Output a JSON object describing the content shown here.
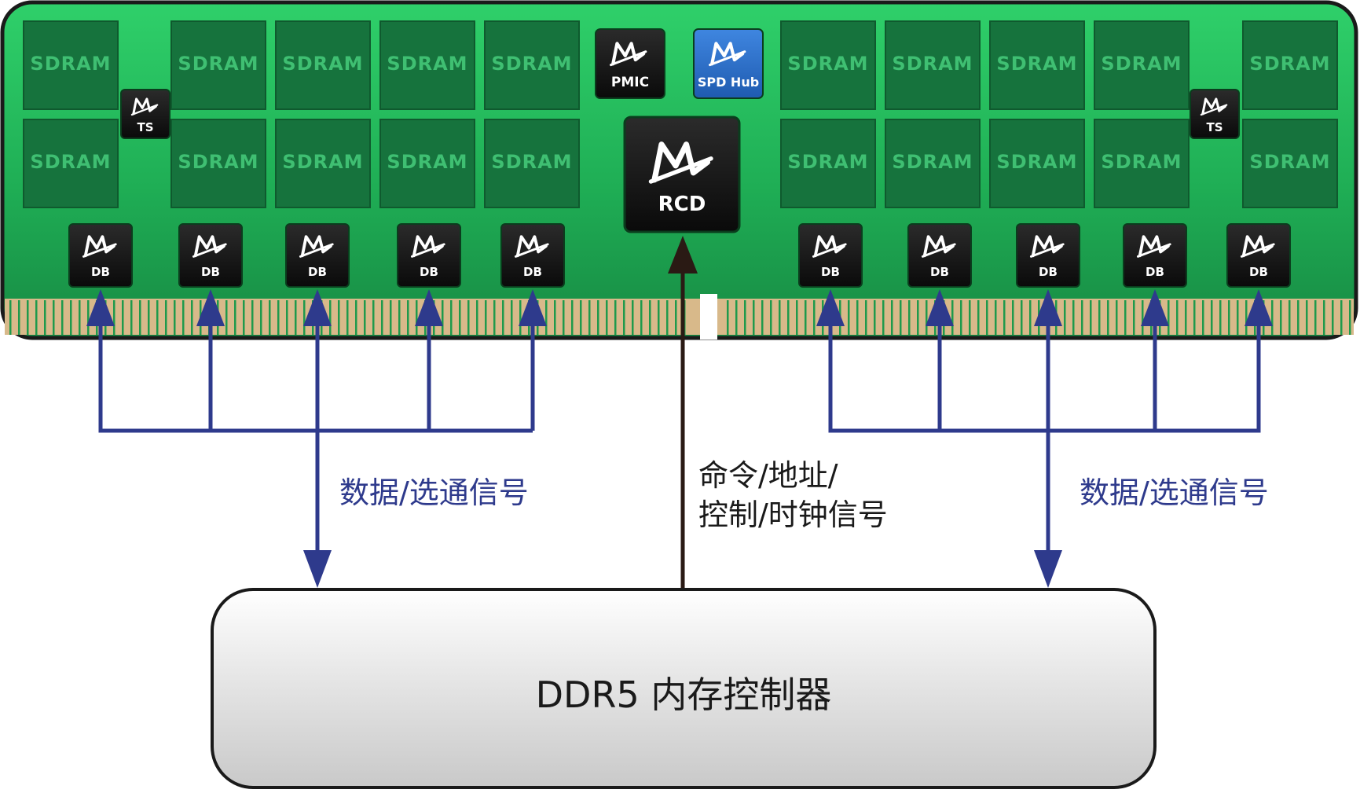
{
  "module": {
    "sdram_label": "SDRAM",
    "pmic_label": "PMIC",
    "spd_hub_label": "SPD Hub",
    "rcd_label": "RCD",
    "ts_label": "TS",
    "db_label": "DB"
  },
  "signals": {
    "data_strobe_left": "数据/选通信号",
    "data_strobe_right": "数据/选通信号",
    "cmd_line1": "命令/地址/",
    "cmd_line2": "控制/时钟信号"
  },
  "controller": {
    "label": "DDR5 内存控制器"
  },
  "colors": {
    "pcb_green": "#22b45a",
    "chip_black": "#111111",
    "spd_blue": "#2f6fc9",
    "arrow_blue": "#2e3a8c",
    "arrow_dark": "#2a1a14",
    "gold_fingers": "#d8b98a"
  },
  "icons": {
    "chip_logo": "montage-logo-icon"
  }
}
